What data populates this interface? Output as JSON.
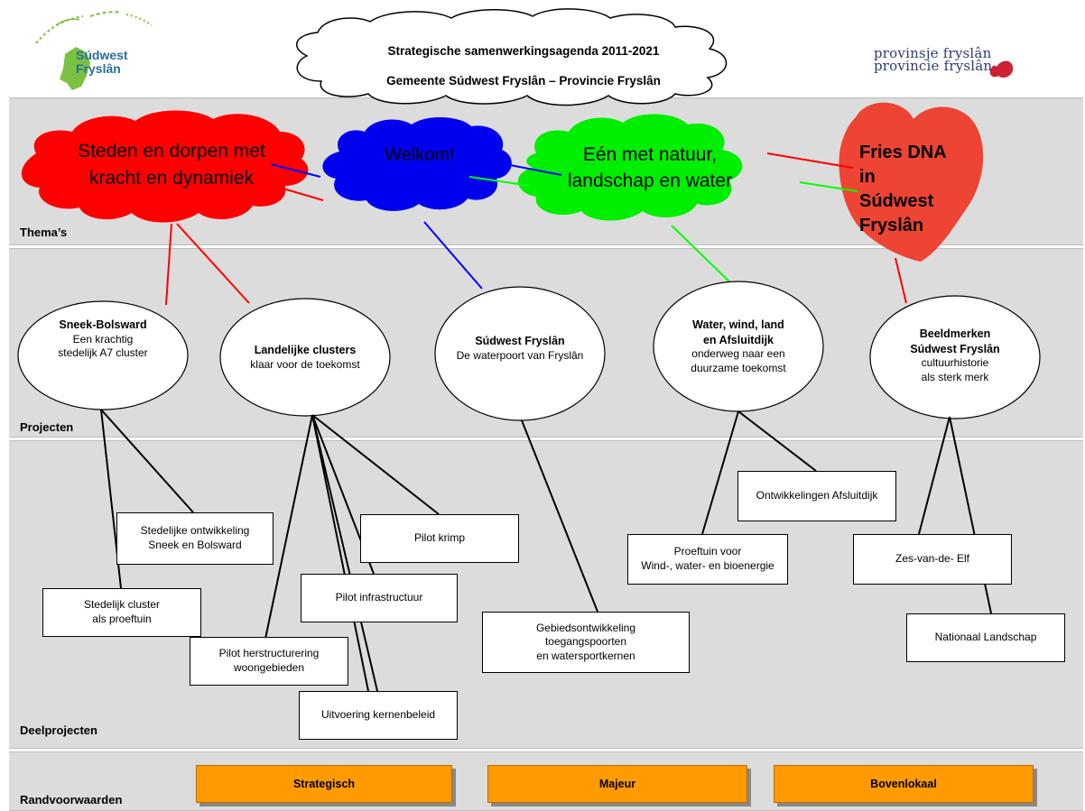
{
  "header": {
    "title_line1": "Strategische samenwerkingsagenda 2011-2021",
    "title_line2": "Gemeente Súdwest Fryslân – Provincie Fryslân",
    "logo_left_line1": "Súdwest",
    "logo_left_line2": "Fryslân",
    "logo_right_line1": "provinsje fryslân",
    "logo_right_line2": "provincie fryslân"
  },
  "bands": {
    "themas": "Thema’s",
    "projecten": "Projecten",
    "deelprojecten": "Deelprojecten",
    "randvoorwaarden": "Randvoorwaarden"
  },
  "themes": {
    "t1": "Steden en dorpen met kracht en dynamiek",
    "t2": "Welkom!",
    "t3": "Eén met natuur, landschap en water",
    "t4_l1": "Fries DNA",
    "t4_l2": "in",
    "t4_l3": "Súdwest",
    "t4_l4": "Fryslân"
  },
  "colors": {
    "red": "#ff0000",
    "blue": "#0000ff",
    "green": "#00ff00",
    "heart": "#ee4433",
    "orange": "#ff9a00"
  },
  "projects": {
    "p1_title": "Sneek-Bolsward",
    "p1_l1": "Een krachtig",
    "p1_l2": "stedelijk A7 cluster",
    "p2_title": "Landelijke clusters",
    "p2_l1": "klaar voor de toekomst",
    "p3_title": "Súdwest Fryslân",
    "p3_l1": "De waterpoort van Fryslân",
    "p4_title1": "Water, wind, land",
    "p4_title2": "en Afsluitdijk",
    "p4_l1": "onderweg naar een",
    "p4_l2": "duurzame toekomst",
    "p5_title1": "Beeldmerken",
    "p5_title2": "Súdwest Fryslân",
    "p5_l1": "cultuurhistorie",
    "p5_l2": "als sterk merk"
  },
  "subprojects": {
    "s1_l1": "Stedelijke ontwikkeling",
    "s1_l2": "Sneek en Bolsward",
    "s2_l1": "Stedelijk cluster",
    "s2_l2": "als proeftuin",
    "s3": "Pilot krimp",
    "s4": "Pilot infrastructuur",
    "s5_l1": "Pilot herstructurering",
    "s5_l2": "woongebieden",
    "s6": "Uitvoering kernenbeleid",
    "s7_l1": "Gebiedsontwikkeling",
    "s7_l2": "toegangspoorten",
    "s7_l3": "en watersportkernen",
    "s8": "Ontwikkelingen Afsluitdijk",
    "s9_l1": "Proeftuin voor",
    "s9_l2": "Wind-, water- en bioenergie",
    "s10": "Zes-van-de- Elf",
    "s11": "Nationaal Landschap"
  },
  "conditions": {
    "c1": "Strategisch",
    "c2": "Majeur",
    "c3": "Bovenlokaal"
  }
}
